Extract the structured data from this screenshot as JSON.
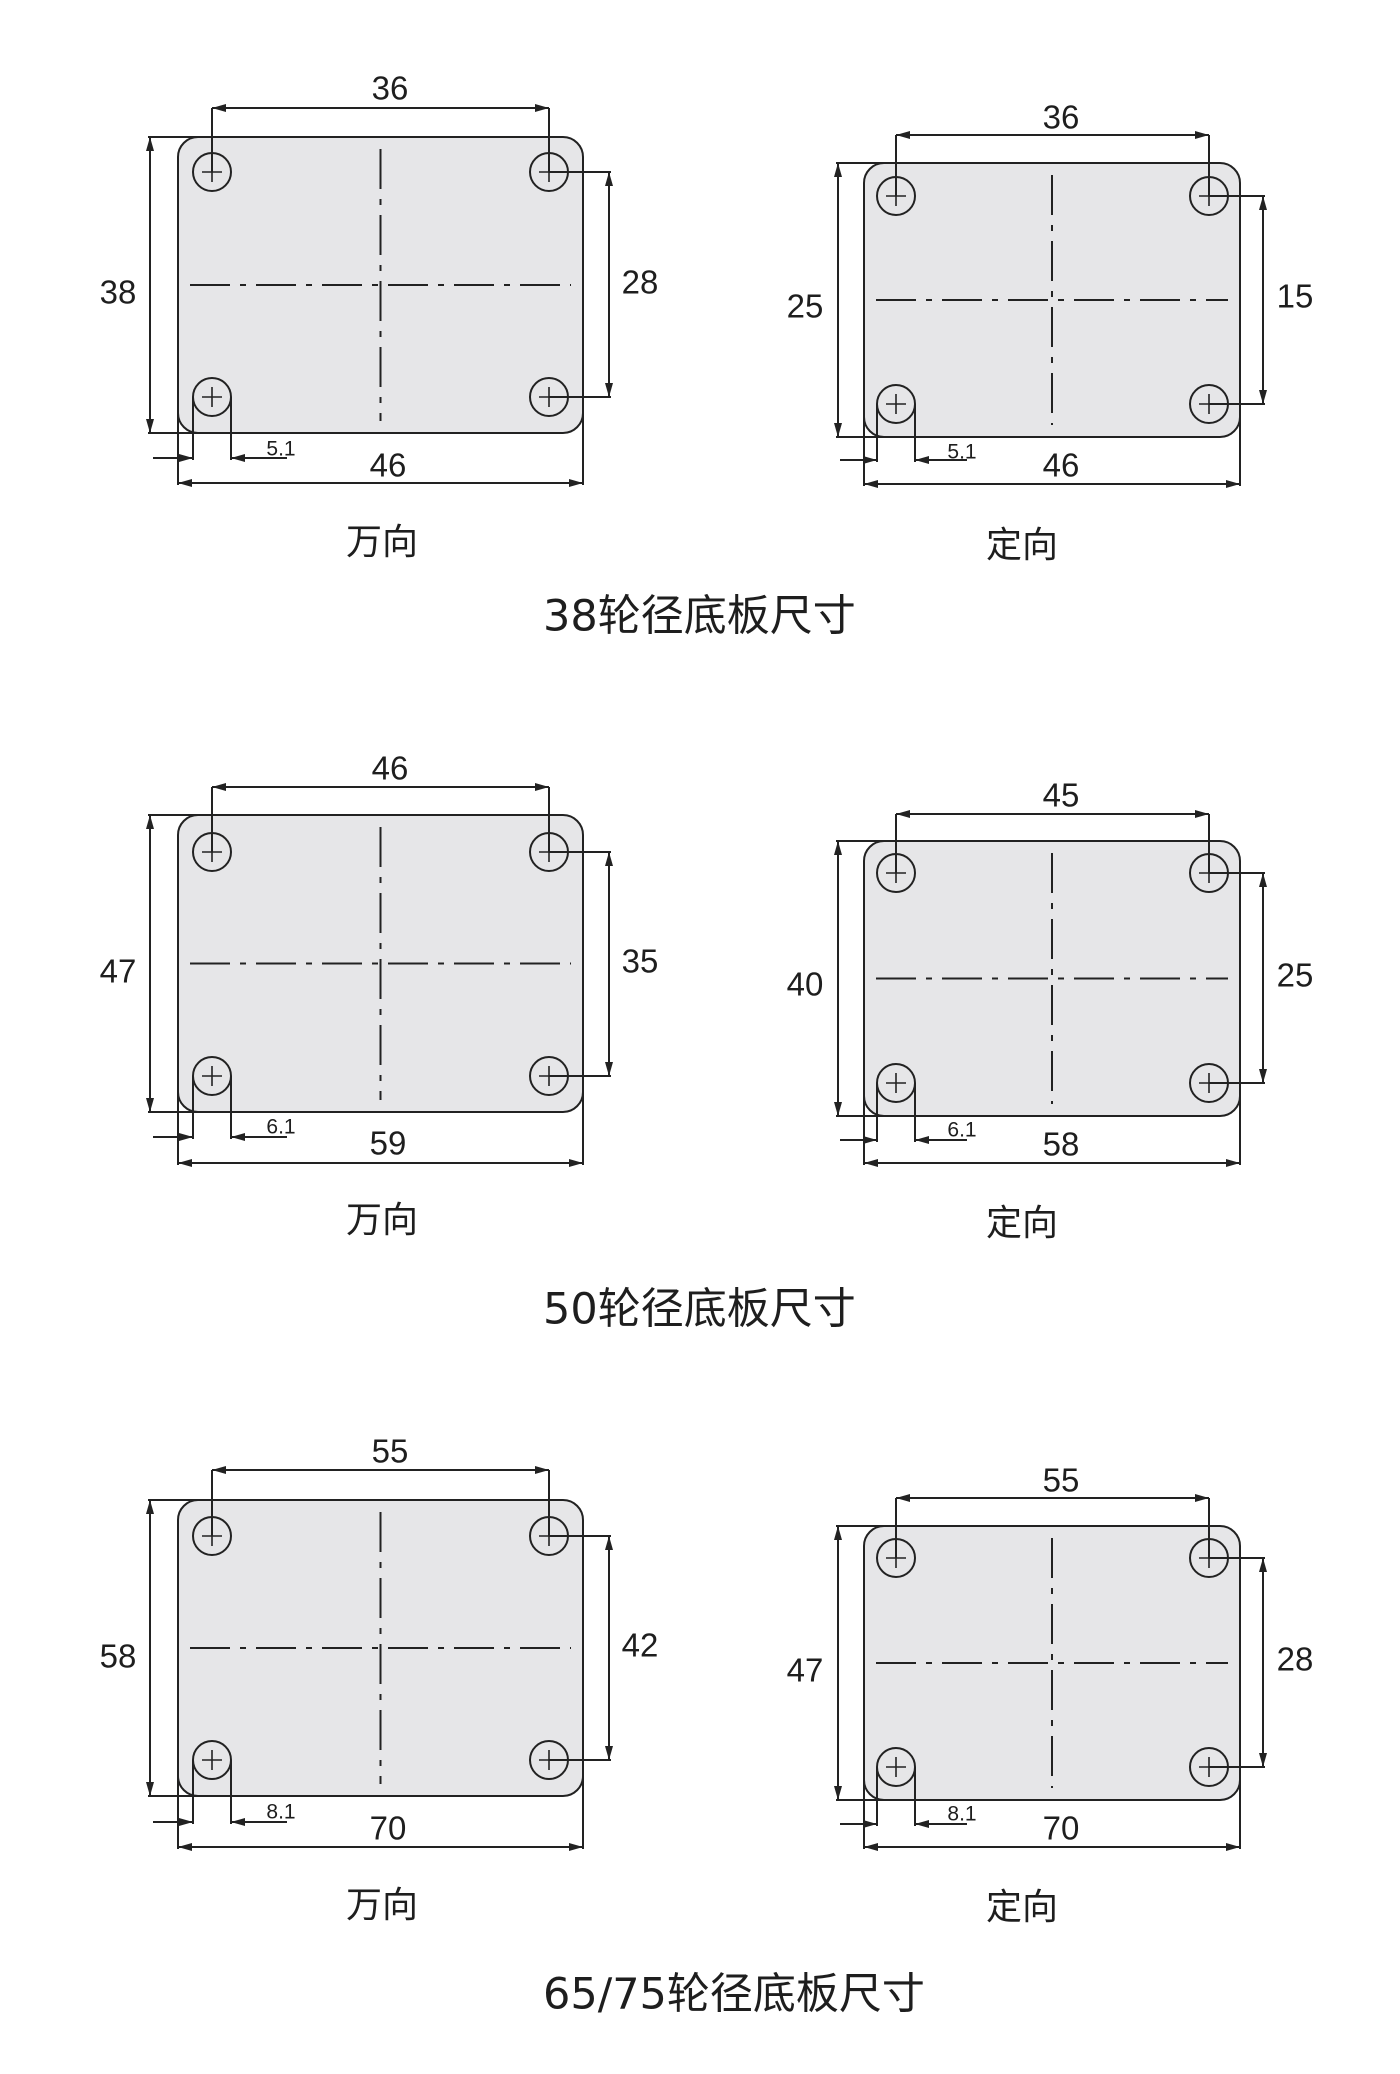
{
  "sections": [
    {
      "title": "38轮径底板尺寸",
      "swivel": {
        "caption": "万向",
        "hole_spacing_x": "36",
        "plate_height": "38",
        "hole_spacing_y": "28",
        "plate_width": "46",
        "slot_width": "5.1"
      },
      "rigid": {
        "caption": "定向",
        "hole_spacing_x": "36",
        "plate_height": "25",
        "hole_spacing_y": "15",
        "plate_width": "46",
        "slot_width": "5.1"
      }
    },
    {
      "title": "50轮径底板尺寸",
      "swivel": {
        "caption": "万向",
        "hole_spacing_x": "46",
        "plate_height": "47",
        "hole_spacing_y": "35",
        "plate_width": "59",
        "slot_width": "6.1"
      },
      "rigid": {
        "caption": "定向",
        "hole_spacing_x": "45",
        "plate_height": "40",
        "hole_spacing_y": "25",
        "plate_width": "58",
        "slot_width": "6.1"
      }
    },
    {
      "title": "65/75轮径底板尺寸",
      "swivel": {
        "caption": "万向",
        "hole_spacing_x": "55",
        "plate_height": "58",
        "hole_spacing_y": "42",
        "plate_width": "70",
        "slot_width": "8.1"
      },
      "rigid": {
        "caption": "定向",
        "hole_spacing_x": "55",
        "plate_height": "47",
        "hole_spacing_y": "28",
        "plate_width": "70",
        "slot_width": "8.1"
      }
    }
  ],
  "colors": {
    "plate_fill": "#e6e6e8",
    "line": "#222222",
    "background": "#ffffff"
  }
}
